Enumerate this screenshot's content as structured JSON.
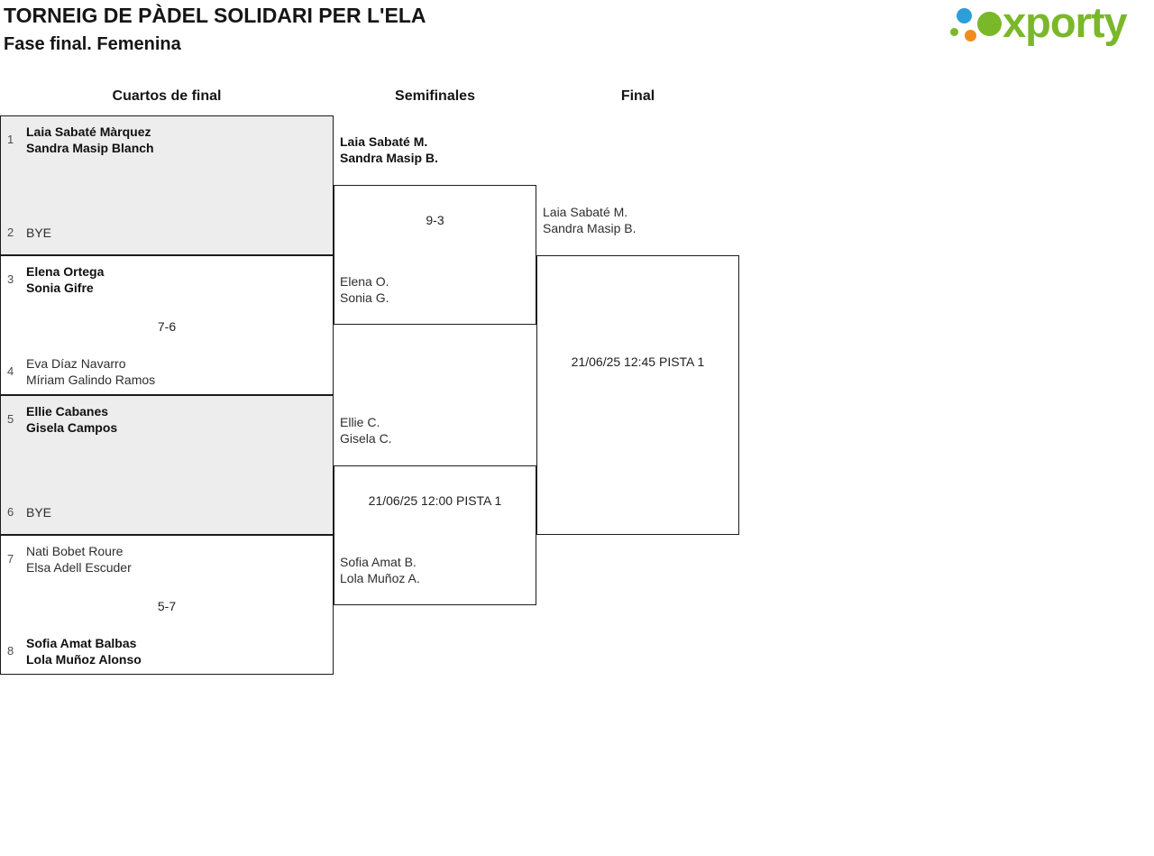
{
  "page": {
    "title": "TORNEIG DE PÀDEL SOLIDARI PER L'ELA",
    "subtitle": "Fase final. Femenina"
  },
  "brand": {
    "name": "xporty"
  },
  "colors": {
    "brand_green": "#7ab829",
    "dot_blue": "#2d9fd8",
    "dot_orange": "#f08c1e",
    "bye_box_gray": "#ededed",
    "border": "#1c1c1c"
  },
  "rounds": {
    "quarterfinals_label": "Cuartos de final",
    "semifinals_label": "Semifinales",
    "final_label": "Final"
  },
  "bracket": {
    "quarterfinals": [
      {
        "seed_a": "1",
        "team_a1": "Laia Sabaté Màrquez",
        "team_a2": "Sandra Masip Blanch",
        "score": "",
        "seed_b": "2",
        "team_b1": "BYE",
        "team_b2": ""
      },
      {
        "seed_a": "3",
        "team_a1": "Elena Ortega",
        "team_a2": "Sonia Gifre",
        "score": "7-6",
        "seed_b": "4",
        "team_b1": "Eva Díaz Navarro",
        "team_b2": "Míriam Galindo Ramos"
      },
      {
        "seed_a": "5",
        "team_a1": "Ellie Cabanes",
        "team_a2": "Gisela Campos",
        "score": "",
        "seed_b": "6",
        "team_b1": "BYE",
        "team_b2": ""
      },
      {
        "seed_a": "7",
        "team_a1": "Nati Bobet Roure",
        "team_a2": "Elsa Adell Escuder",
        "score": "5-7",
        "seed_b": "8",
        "team_b1": "Sofia Amat Balbas",
        "team_b2": "Lola Muñoz Alonso"
      }
    ],
    "semifinals": [
      {
        "team_a1": "Laia Sabaté M.",
        "team_a2": "Sandra Masip B.",
        "score": "9-3",
        "team_b1": "Elena O.",
        "team_b2": "Sonia G."
      },
      {
        "team_a1": "Ellie C.",
        "team_a2": "Gisela C.",
        "score": "21/06/25 12:00 PISTA 1",
        "team_b1": "Sofia Amat B.",
        "team_b2": "Lola Muñoz A."
      }
    ],
    "final": {
      "team_a1": "Laia Sabaté M.",
      "team_a2": "Sandra Masip B.",
      "schedule": "21/06/25 12:45 PISTA 1"
    }
  }
}
